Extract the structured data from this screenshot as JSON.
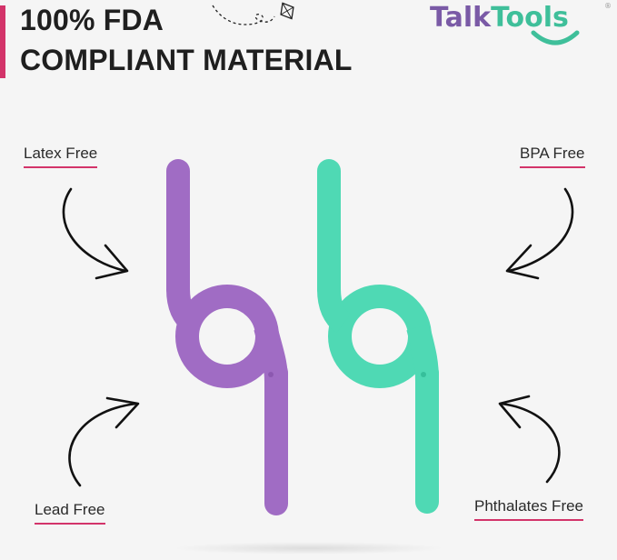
{
  "headline": {
    "line1": "100% FDA",
    "line2": "COMPLIANT MATERIAL"
  },
  "brand": {
    "talk": "Talk",
    "tools": "Tools",
    "registered": "®"
  },
  "features": {
    "latex": "Latex Free",
    "bpa": "BPA Free",
    "lead": "Lead Free",
    "phthalates": "Phthalates Free"
  },
  "colors": {
    "accent": "#d3346a",
    "purple_tool": "#a06cc4",
    "mint_tool": "#4fd9b4",
    "brand_purple": "#7a5aa6",
    "brand_green": "#3fbf9a"
  },
  "icons": [
    "kite-icon",
    "curved-arrow-icon"
  ]
}
